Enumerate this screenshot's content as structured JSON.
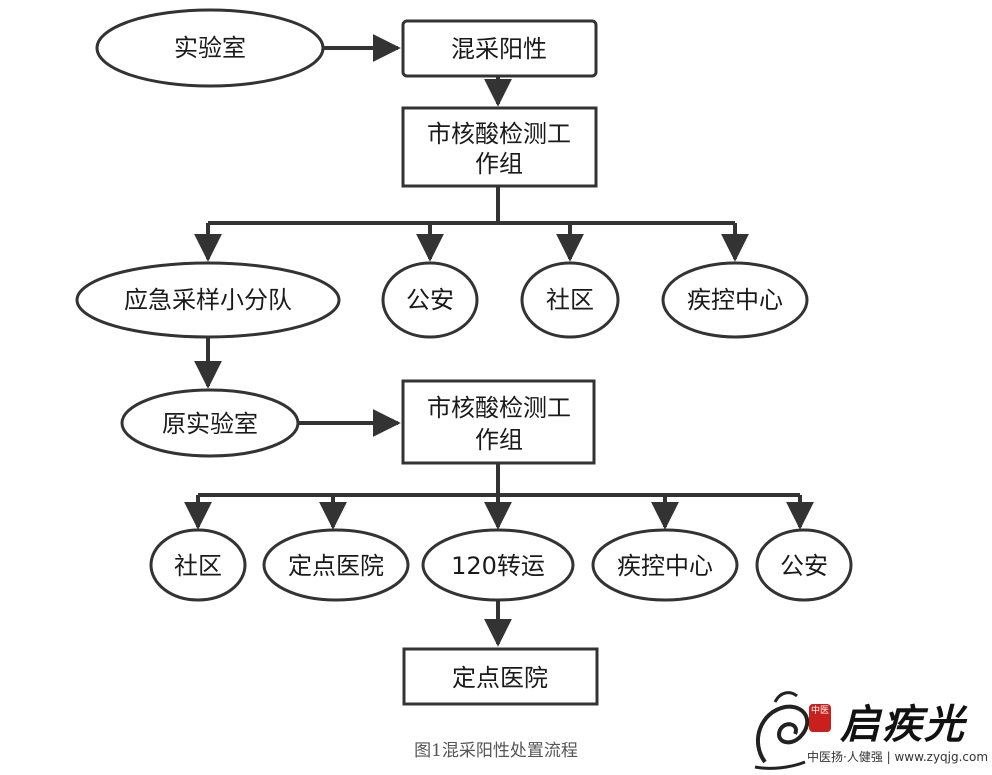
{
  "nodes": {
    "lab": "实验室",
    "mixed_positive": "混采阳性",
    "workgroup_1": [
      "市核酸检测工",
      "作组"
    ],
    "emergency_team": "应急采样小分队",
    "police_1": "公安",
    "community_1": "社区",
    "cdc_1": "疾控中心",
    "original_lab": "原实验室",
    "workgroup_2": [
      "市核酸检测工",
      "作组"
    ],
    "community_2": "社区",
    "designated_hospital_1": "定点医院",
    "transfer_120": "120转运",
    "cdc_2": "疾控中心",
    "police_2": "公安",
    "designated_hospital_2": "定点医院"
  },
  "caption": "图1混采阳性处置流程",
  "watermark": {
    "logo_text": "启疾光",
    "seal_text": "中医",
    "tagline": "中医扬·人健强 | www.zyqjg.com"
  }
}
